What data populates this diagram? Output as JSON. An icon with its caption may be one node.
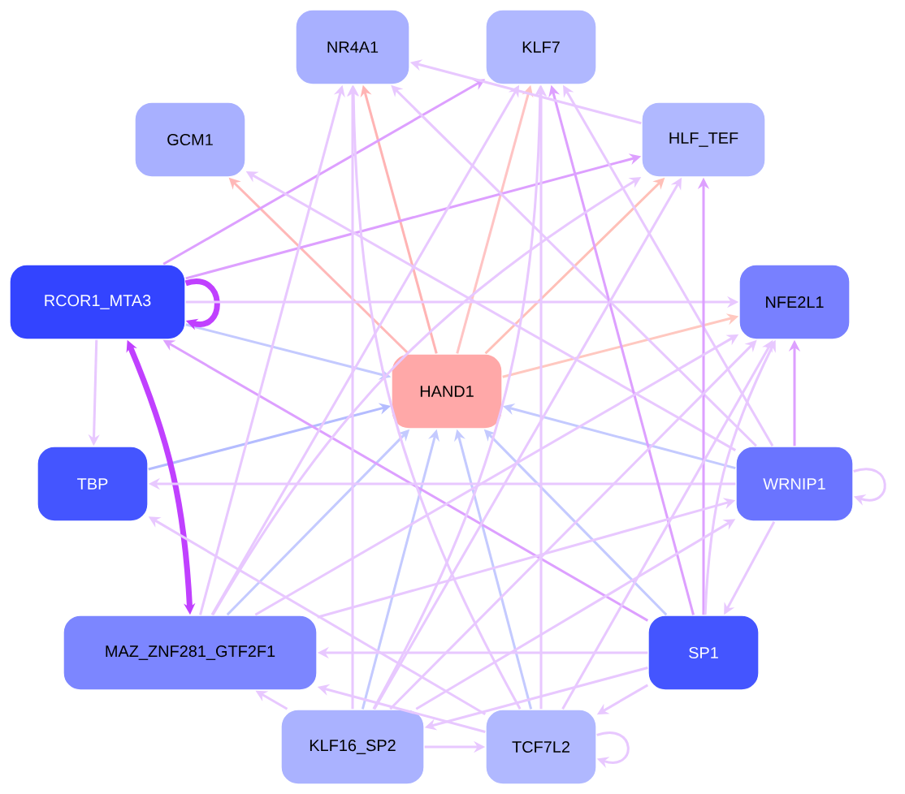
{
  "diagram": {
    "nodes": [
      {
        "text": [
          "NR4A1"
        ]
      },
      {
        "text": [
          "KLF7"
        ]
      },
      {
        "text": [
          "GCM1"
        ]
      },
      {
        "text": [
          "HLF_TEF"
        ]
      },
      {
        "text": [
          "RCOR1_MTA3"
        ]
      },
      {
        "text": [
          "NFE2L1"
        ]
      },
      {
        "text": [
          "HAND1"
        ]
      },
      {
        "text": [
          "TBP"
        ]
      },
      {
        "text": [
          "WRNIP1"
        ]
      },
      {
        "text": [
          "MAZ_ZNF281_GTF2F1"
        ]
      },
      {
        "text": [
          "SP1"
        ]
      },
      {
        "text": [
          "KLF16_SP2"
        ]
      },
      {
        "text": [
          "TCF7L2"
        ]
      }
    ],
    "edges": [
      {
        "from": 6,
        "to": 0,
        "arrow": "to",
        "color": "#ffb4b4"
      },
      {
        "from": 6,
        "to": 1,
        "arrow": "to",
        "color": "#ffc4c4"
      },
      {
        "from": 6,
        "to": 2,
        "arrow": "to",
        "color": "#ffb8b8"
      },
      {
        "from": 6,
        "to": 3,
        "arrow": "to",
        "color": "#ffc0b8"
      },
      {
        "from": 6,
        "to": 5,
        "arrow": "to",
        "color": "#ffc8c0"
      },
      {
        "from": 4,
        "to": 6,
        "arrow": "to",
        "color": "#c4caff"
      },
      {
        "from": 7,
        "to": 6,
        "arrow": "to",
        "color": "#b4bcff"
      },
      {
        "from": 8,
        "to": 6,
        "arrow": "to",
        "color": "#c4caff"
      },
      {
        "from": 10,
        "to": 6,
        "arrow": "to",
        "color": "#c4caff"
      },
      {
        "from": 12,
        "to": 6,
        "arrow": "to",
        "color": "#c4caff"
      },
      {
        "from": 11,
        "to": 6,
        "arrow": "to",
        "color": "#c4caff"
      },
      {
        "from": 9,
        "to": 6,
        "arrow": "to",
        "color": "#c4caff"
      },
      {
        "from": 4,
        "to": 4,
        "arrow": "to",
        "style": "thick",
        "color": "#c040ff"
      },
      {
        "from": 4,
        "to": 9,
        "arrow": "both",
        "style": "thick",
        "color": "#c040ff"
      },
      {
        "from": 4,
        "to": 7,
        "arrow": "to"
      },
      {
        "from": 4,
        "to": 1,
        "arrow": "to",
        "color": "#dda0ff"
      },
      {
        "from": 4,
        "to": 3,
        "arrow": "to",
        "color": "#dda0ff"
      },
      {
        "from": 4,
        "to": 5,
        "arrow": "to"
      },
      {
        "from": 10,
        "to": 4,
        "arrow": "to",
        "color": "#dda0ff"
      },
      {
        "from": 8,
        "to": 8,
        "arrow": "to"
      },
      {
        "from": 8,
        "to": 5,
        "arrow": "to",
        "color": "#dda0ff"
      },
      {
        "from": 8,
        "to": 10,
        "arrow": "to"
      },
      {
        "from": 8,
        "to": 7,
        "arrow": "to"
      },
      {
        "from": 8,
        "to": 1,
        "arrow": "to"
      },
      {
        "from": 8,
        "to": 0,
        "arrow": "to"
      },
      {
        "from": 8,
        "to": 2,
        "arrow": "to"
      },
      {
        "from": 10,
        "to": 3,
        "arrow": "to",
        "color": "#dda0ff"
      },
      {
        "from": 10,
        "to": 1,
        "arrow": "to",
        "color": "#dda0ff"
      },
      {
        "from": 10,
        "to": 12,
        "arrow": "to"
      },
      {
        "from": 10,
        "to": 11,
        "arrow": "to"
      },
      {
        "from": 10,
        "to": 9,
        "arrow": "to"
      },
      {
        "from": 10,
        "to": 5,
        "arrow": "to"
      },
      {
        "from": 3,
        "to": 0,
        "arrow": "to"
      },
      {
        "from": 11,
        "to": 0,
        "arrow": "to"
      },
      {
        "from": 11,
        "to": 1,
        "arrow": "to"
      },
      {
        "from": 11,
        "to": 3,
        "arrow": "to"
      },
      {
        "from": 11,
        "to": 5,
        "arrow": "to"
      },
      {
        "from": 11,
        "to": 8,
        "arrow": "to"
      },
      {
        "from": 11,
        "to": 9,
        "arrow": "to"
      },
      {
        "from": 11,
        "to": 12,
        "arrow": "to"
      },
      {
        "from": 9,
        "to": 0,
        "arrow": "to"
      },
      {
        "from": 9,
        "to": 1,
        "arrow": "to"
      },
      {
        "from": 9,
        "to": 3,
        "arrow": "to"
      },
      {
        "from": 9,
        "to": 5,
        "arrow": "to"
      },
      {
        "from": 9,
        "to": 8,
        "arrow": "to"
      },
      {
        "from": 12,
        "to": 12,
        "arrow": "to"
      },
      {
        "from": 12,
        "to": 0,
        "arrow": "to"
      },
      {
        "from": 12,
        "to": 1,
        "arrow": "to"
      },
      {
        "from": 12,
        "to": 5,
        "arrow": "to"
      },
      {
        "from": 12,
        "to": 9,
        "arrow": "to"
      },
      {
        "from": 12,
        "to": 7,
        "arrow": "to"
      }
    ]
  }
}
